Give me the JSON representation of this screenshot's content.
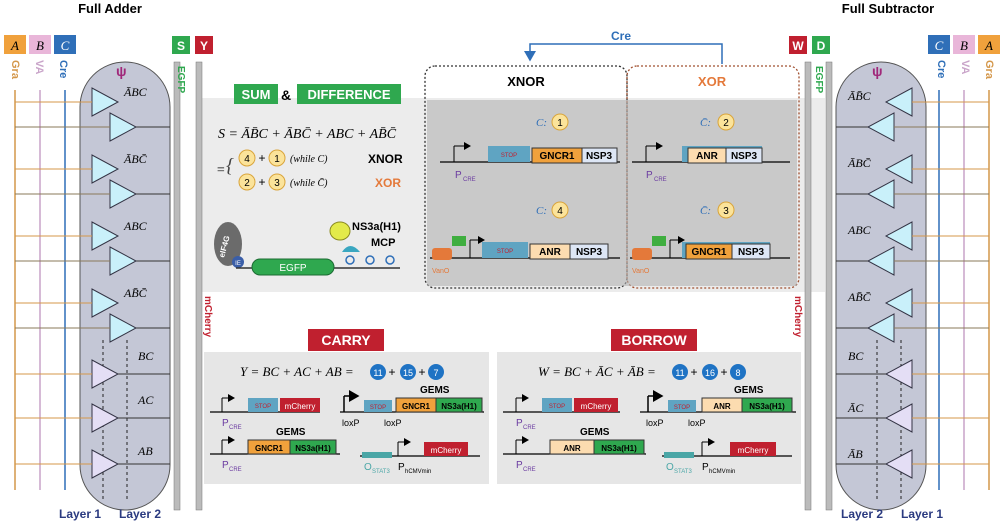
{
  "titles": {
    "left": "Full Adder",
    "right": "Full Subtractor"
  },
  "inputs": {
    "a": "A",
    "b": "B",
    "c": "C"
  },
  "input_colors": {
    "a": "#f0a13c",
    "b": "#e9b6d9",
    "c": "#2f6fb8",
    "gra": "#d4974a",
    "va": "#c9a4c9"
  },
  "side_labels": {
    "gra": "Gra",
    "va": "VA",
    "cre": "Cre",
    "egfp": "EGFP",
    "mcherry": "mCherry"
  },
  "outputs": {
    "s": "S",
    "y": "Y",
    "w": "W",
    "d": "D"
  },
  "layers": {
    "layer1": "Layer 1",
    "layer2": "Layer 2"
  },
  "adder_terms": [
    "ĀBC",
    "ĀBC̄",
    "ABC",
    "AB̄C̄",
    "BC",
    "AC",
    "AB"
  ],
  "subtractor_terms": [
    "ĀB̄C",
    "ĀBC̄",
    "ABC",
    "AB̄C̄",
    "BC",
    "ĀC",
    "ĀB"
  ],
  "sum_section": {
    "sum_label": "SUM",
    "and": "&",
    "difference_label": "DIFFERENCE",
    "equation": "S = ĀB̄C + ĀBC̄ + ABC + AB̄C̄",
    "brace": "=",
    "line1": {
      "n1": "4",
      "plus": "+",
      "n2": "1",
      "cond": "(while C)",
      "gate": "XNOR"
    },
    "line2": {
      "n1": "2",
      "plus": "+",
      "n2": "3",
      "cond": "(while C̄)",
      "gate": "XOR"
    }
  },
  "egfp_part": {
    "eif4g": "eIF4G",
    "ie": "IE",
    "egfp": "EGFP",
    "ns3a": "NS3a(H1)",
    "mcp": "MCP"
  },
  "gates": {
    "cre": "Cre",
    "xnor": "XNOR",
    "xor": "XOR",
    "p_cre": "P",
    "p_cre_sub": "CRE",
    "stop": "STOP",
    "vanr": "VanO",
    "c1": {
      "cond": "C:",
      "num": "1",
      "gene": "GNCR1",
      "tag": "NSP3"
    },
    "c2": {
      "cond": "C̄:",
      "num": "2",
      "gene": "ANR",
      "tag": "NSP3"
    },
    "c4": {
      "cond": "C:",
      "num": "4",
      "gene": "ANR",
      "tag": "NSP3"
    },
    "c3": {
      "cond": "C̄:",
      "num": "3",
      "gene": "GNCR1",
      "tag": "NSP3"
    }
  },
  "carry": {
    "label": "CARRY",
    "equation": "Y = BC + AC + AB =",
    "n1": "11",
    "n2": "15",
    "n3": "7",
    "mcherry": "mCherry",
    "gems": "GEMS",
    "gene": "GNCR1",
    "ns3a": "NS3a(H1)",
    "loxp": "loxP",
    "ostat": "O",
    "ostat_sub": "STAT3",
    "pmin": "P",
    "pmin_sub": "hCMVmin"
  },
  "borrow": {
    "label": "BORROW",
    "equation": "W = BC + ĀC + ĀB =",
    "n1": "11",
    "n2": "16",
    "n3": "8",
    "mcherry": "mCherry",
    "gems": "GEMS",
    "gene": "ANR",
    "ns3a": "NS3a(H1)",
    "loxp": "loxP",
    "ostat": "O",
    "ostat_sub": "STAT3",
    "pmin": "P",
    "pmin_sub": "hCMVmin"
  },
  "colors": {
    "green": "#2fa84f",
    "red": "#c0202f",
    "orange": "#e4793a",
    "blue": "#2f6fb8",
    "circle_yellow": "#fbe39a",
    "circle_blue": "#1f73c4"
  }
}
